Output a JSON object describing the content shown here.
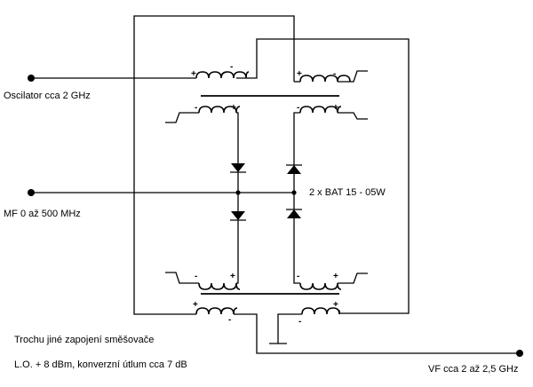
{
  "diagram": {
    "labels": {
      "oscillator": "Oscilator cca 2 GHz",
      "if_port": "MF 0 až 500 MHz",
      "diodes": "2 x BAT 15 - 05W",
      "rf_port": "VF cca 2 až 2,5 GHz",
      "note_title": "Trochu jiné zapojení směšovače",
      "note_specs": "L.O. + 8 dBm, konverzní útlum cca 7 dB"
    },
    "polarity": {
      "plus": "+",
      "minus": "-"
    },
    "colors": {
      "ink": "#000000",
      "background": "#ffffff"
    }
  }
}
